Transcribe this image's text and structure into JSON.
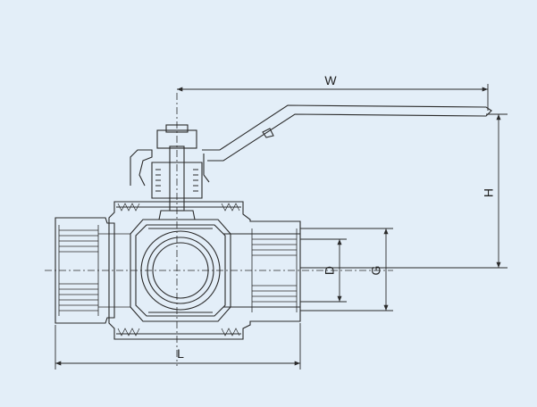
{
  "drawing": {
    "line_color": "#2a2a2a",
    "background_color": "#e3eef8",
    "dimensions": {
      "W": "W",
      "H": "H",
      "D": "D",
      "G": "G",
      "L": "L"
    }
  }
}
